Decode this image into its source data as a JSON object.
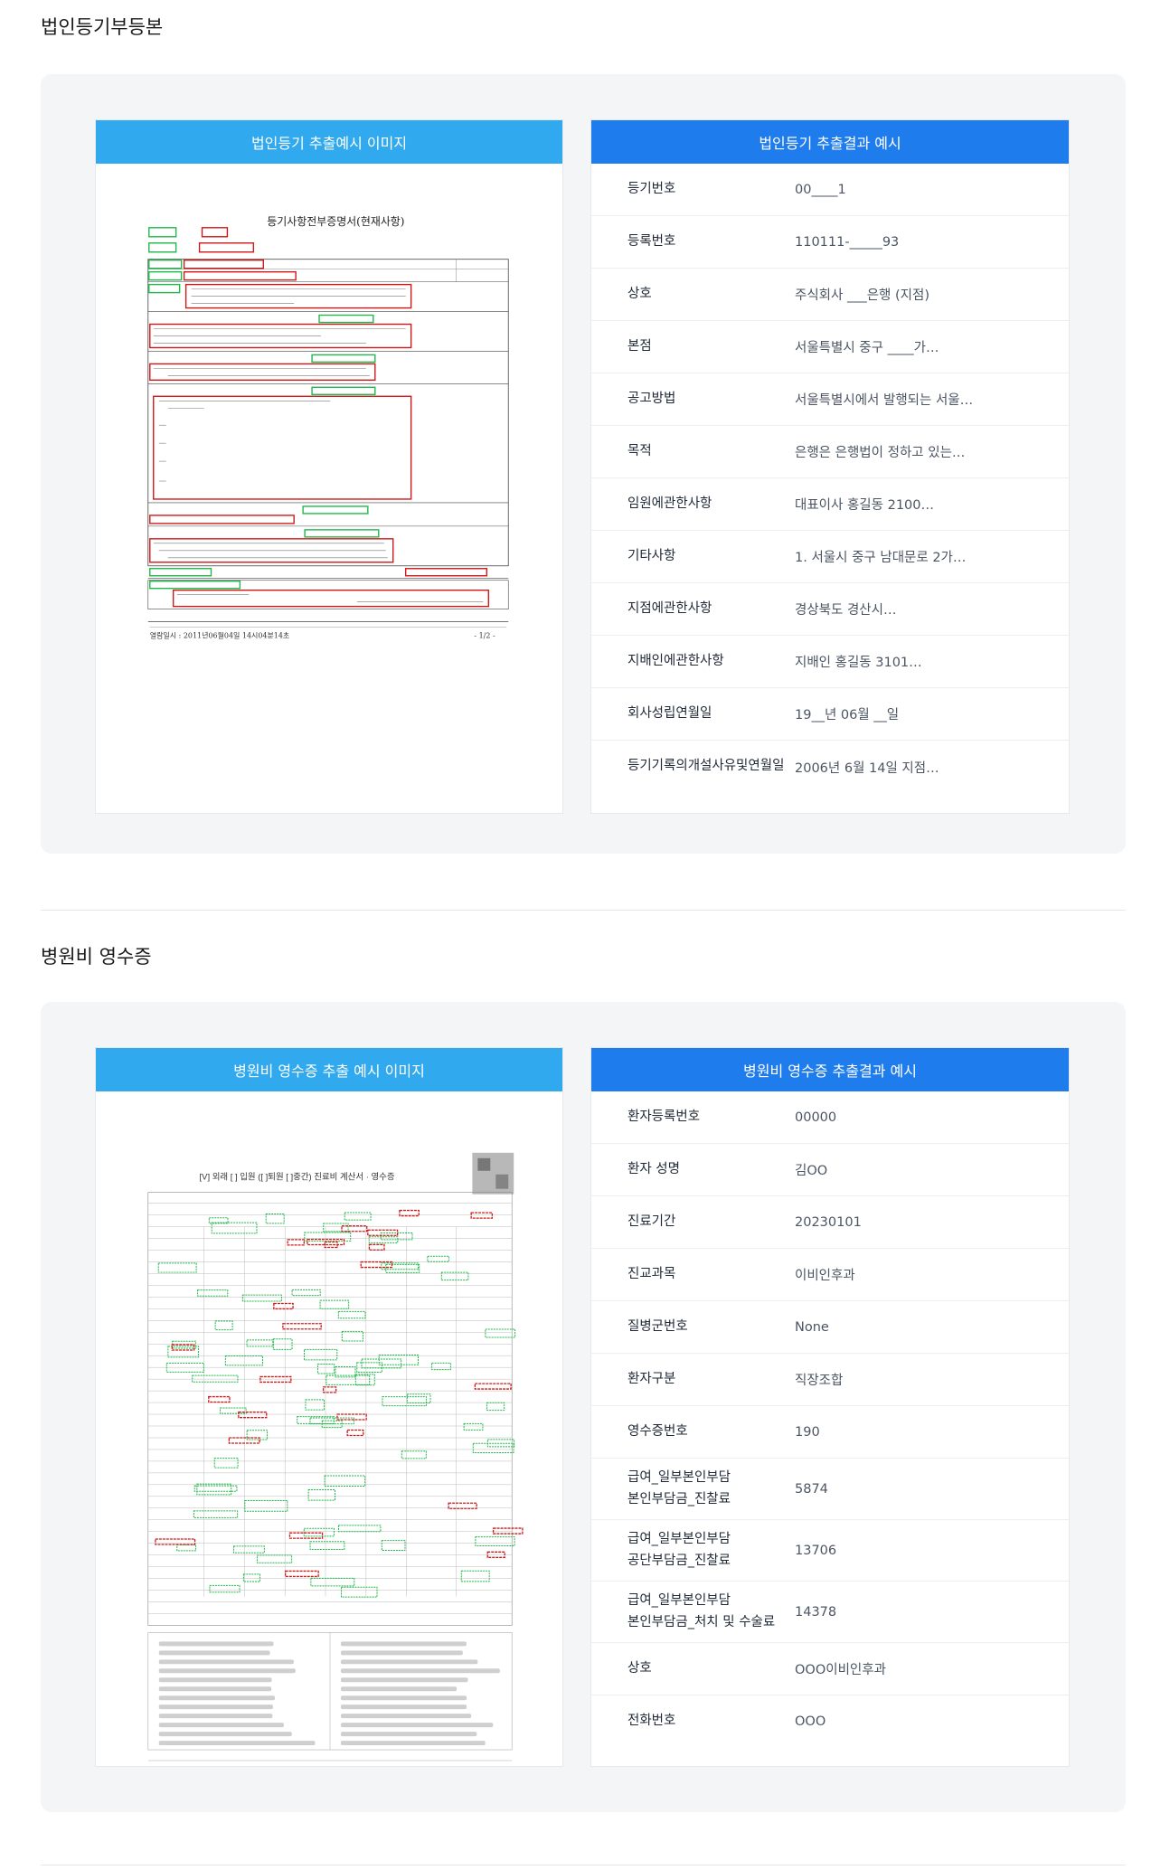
{
  "sections": [
    {
      "title": "법인등기부등본",
      "image_card_title": "법인등기 추출예시 이미지",
      "result_card_title": "법인등기 추출결과 예시",
      "document": {
        "heading": "등기사항전부증명서(현재사항)",
        "footer_left": "열람일시 : 2011년06월04일 14시04분14초",
        "footer_right": "- 1/2 -"
      },
      "fields": [
        {
          "key": [
            "등기번호"
          ],
          "value": "00____1"
        },
        {
          "key": [
            "등록번호"
          ],
          "value": "110111-_____93"
        },
        {
          "key": [
            "상호"
          ],
          "value": "주식회사 ___은행 (지점)"
        },
        {
          "key": [
            "본점"
          ],
          "value": "서울특별시 중구 ____가…"
        },
        {
          "key": [
            "공고방법"
          ],
          "value": "서울특별시에서 발행되는 서울…"
        },
        {
          "key": [
            "목적"
          ],
          "value": "은행은 은행법이 정하고 있는…"
        },
        {
          "key": [
            "임원에관한사항"
          ],
          "value": "대표이사 홍길동 2100…"
        },
        {
          "key": [
            "기타사항"
          ],
          "value": "1. 서울시 중구 남대문로 2가…"
        },
        {
          "key": [
            "지점에관한사항"
          ],
          "value": "경상북도 경산시…"
        },
        {
          "key": [
            "지배인에관한사항"
          ],
          "value": "지배인 홍길동 3101…"
        },
        {
          "key": [
            "회사성립연월일"
          ],
          "value": "19__년 06월 __일"
        },
        {
          "key": [
            "등기기록의개설사유및연월일"
          ],
          "value": "2006년 6월 14일 지점…"
        }
      ]
    },
    {
      "title": "병원비 영수증",
      "image_card_title": "병원비 영수증 추출 예시 이미지",
      "result_card_title": "병원비 영수증 추출결과 예시",
      "document": {
        "heading": "[V] 외래 [ ] 입원 ([ ]퇴원 [ ]중간) 진료비 계산서 · 영수증"
      },
      "fields": [
        {
          "key": [
            "환자등록번호"
          ],
          "value": "00000"
        },
        {
          "key": [
            "환자 성명"
          ],
          "value": "김OO"
        },
        {
          "key": [
            "진료기간"
          ],
          "value": "20230101"
        },
        {
          "key": [
            "진교과목"
          ],
          "value": "이비인후과"
        },
        {
          "key": [
            "질병군번호"
          ],
          "value": "None"
        },
        {
          "key": [
            "환자구분"
          ],
          "value": "직장조합"
        },
        {
          "key": [
            "영수증번호"
          ],
          "value": "190"
        },
        {
          "key": [
            "급여_일부본인부담",
            "본인부담금_진찰료"
          ],
          "value": "5874"
        },
        {
          "key": [
            "급여_일부본인부담",
            "공단부담금_진찰료"
          ],
          "value": "13706"
        },
        {
          "key": [
            "급여_일부본인부담",
            "본인부담금_처치 및 수술료"
          ],
          "value": "14378"
        },
        {
          "key": [
            "상호"
          ],
          "value": "OOO이비인후과"
        },
        {
          "key": [
            "전화번호"
          ],
          "value": "OOO"
        }
      ]
    }
  ],
  "colors": {
    "image_header": "#30a9ee",
    "result_header": "#1f7ced",
    "panel_bg": "#f4f5f7",
    "field_box": "#1fb84a",
    "value_box": "#d01818"
  },
  "icons": {
    "document_image": "document-scan-image"
  }
}
